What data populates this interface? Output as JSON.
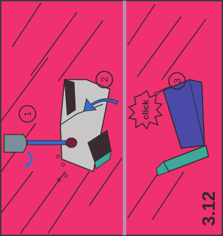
{
  "panels": [
    {
      "callouts": [
        "1",
        "2"
      ]
    },
    {
      "callouts": [
        "3"
      ],
      "burst_text": "click"
    }
  ],
  "figure_number": "3.12",
  "colors": {
    "background": "#f0316f",
    "frame": "#3b3b3b",
    "divider": "#b58fb6",
    "bracket_face": "#c9c6c8",
    "connector_blue": "#4a4aa8",
    "connector_teal": "#3ea89a",
    "screwdriver_blue": "#2f6fd0",
    "screwdriver_handle": "#7a8f9a",
    "ink": "#2b2b2b"
  },
  "icons": {
    "arrow": "curved-arrow-icon",
    "screwdriver": "screwdriver-icon"
  }
}
